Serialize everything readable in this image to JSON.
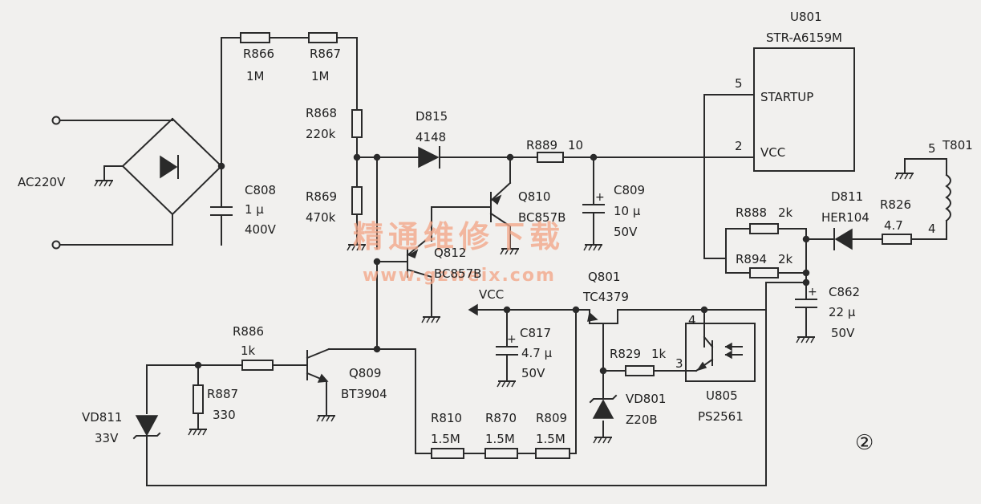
{
  "diagram": {
    "input": {
      "label": "AC220V"
    },
    "components": [
      {
        "id": "R866",
        "value": "1M"
      },
      {
        "id": "R867",
        "value": "1M"
      },
      {
        "id": "R868",
        "value": "220k"
      },
      {
        "id": "R869",
        "value": "470k"
      },
      {
        "id": "C808",
        "value": "1 μ",
        "rating": "400V"
      },
      {
        "id": "D815",
        "value": "4148"
      },
      {
        "id": "R889",
        "value": "10"
      },
      {
        "id": "C809",
        "value": "10 μ",
        "rating": "50V"
      },
      {
        "id": "Q810",
        "value": "BC857B"
      },
      {
        "id": "Q812",
        "value": "BC857B"
      },
      {
        "id": "U801",
        "value": "STR-A6159M",
        "pins": [
          {
            "num": "5",
            "name": "STARTUP"
          },
          {
            "num": "2",
            "name": "VCC"
          }
        ]
      },
      {
        "id": "T801",
        "pins": [
          "5",
          "4"
        ]
      },
      {
        "id": "R826",
        "value": "4.7"
      },
      {
        "id": "D811",
        "value": "HER104"
      },
      {
        "id": "R888",
        "value": "2k"
      },
      {
        "id": "R894",
        "value": "2k"
      },
      {
        "id": "C862",
        "value": "22 μ",
        "rating": "50V"
      },
      {
        "id": "Q801",
        "value": "TC4379"
      },
      {
        "id": "C817",
        "value": "4.7 μ",
        "rating": "50V"
      },
      {
        "id": "R829",
        "value": "1k"
      },
      {
        "id": "VD801",
        "value": "Z20B"
      },
      {
        "id": "U805",
        "value": "PS2561",
        "pins": [
          "4",
          "3"
        ]
      },
      {
        "id": "R886",
        "value": "1k"
      },
      {
        "id": "R887",
        "value": "330"
      },
      {
        "id": "Q809",
        "value": "BT3904"
      },
      {
        "id": "VD811",
        "value": "33V"
      },
      {
        "id": "R810",
        "value": "1.5M"
      },
      {
        "id": "R870",
        "value": "1.5M"
      },
      {
        "id": "R809",
        "value": "1.5M"
      }
    ],
    "nets": {
      "vcc": "VCC"
    },
    "figure_number": "②",
    "watermark": {
      "cn": "精通维修下载",
      "url": "www.gzweix.com"
    }
  }
}
